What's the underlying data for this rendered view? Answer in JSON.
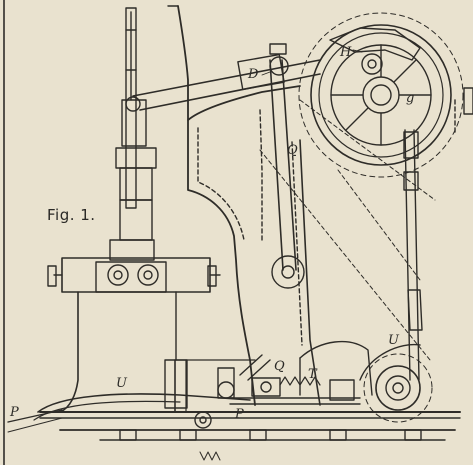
{
  "figure": {
    "caption": "Fig. 1.",
    "labels": {
      "D": "D",
      "H": "H",
      "g": "g",
      "Q_top": "Q",
      "Q_bottom": "Q",
      "T": "T",
      "U_left": "U",
      "U_right": "U",
      "P_left": "P",
      "P_mid": "P"
    }
  }
}
